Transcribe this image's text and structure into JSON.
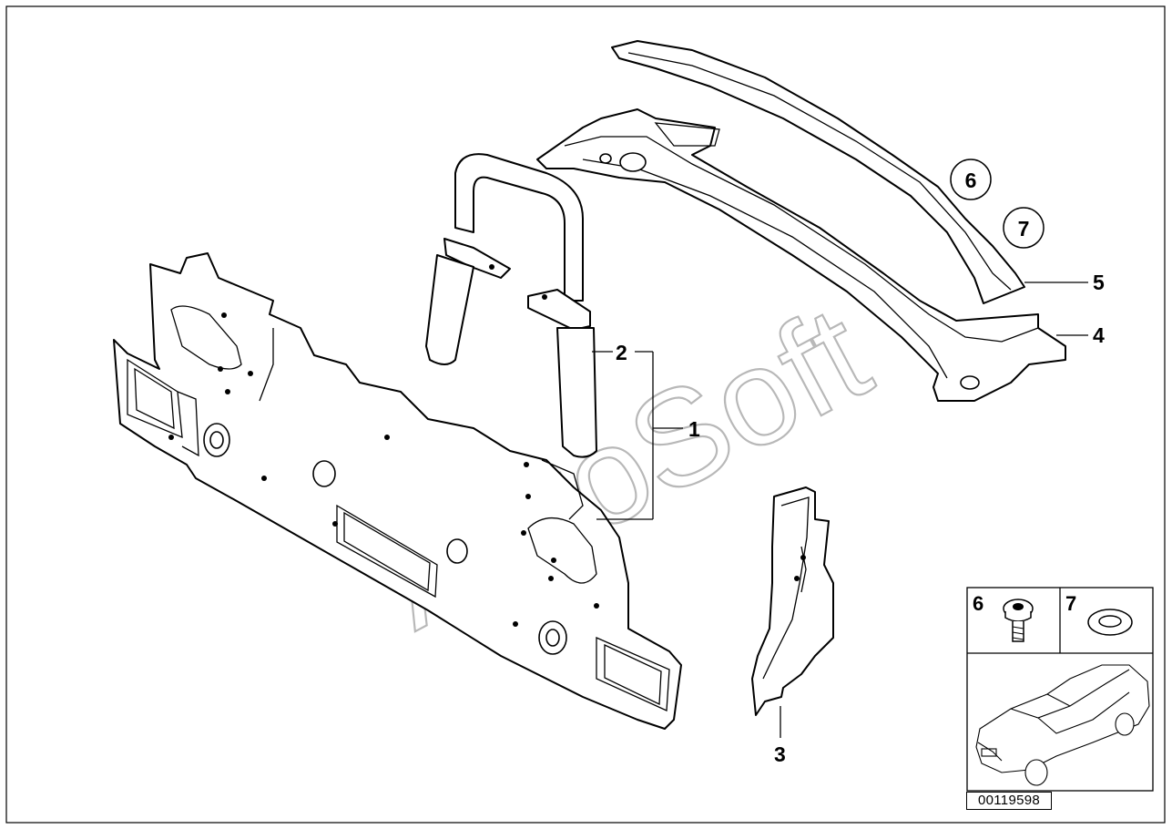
{
  "diagram": {
    "callouts": [
      "1",
      "2",
      "3",
      "4",
      "5"
    ],
    "circled_callouts": [
      "6",
      "7"
    ],
    "watermark": "AutoSoft",
    "inset": {
      "part_6_label": "6",
      "part_7_label": "7",
      "part_6_icon": "screw-icon",
      "part_7_icon": "washer-icon",
      "vehicle_icon": "car-sedan-icon"
    },
    "diagram_id": "00119598"
  }
}
